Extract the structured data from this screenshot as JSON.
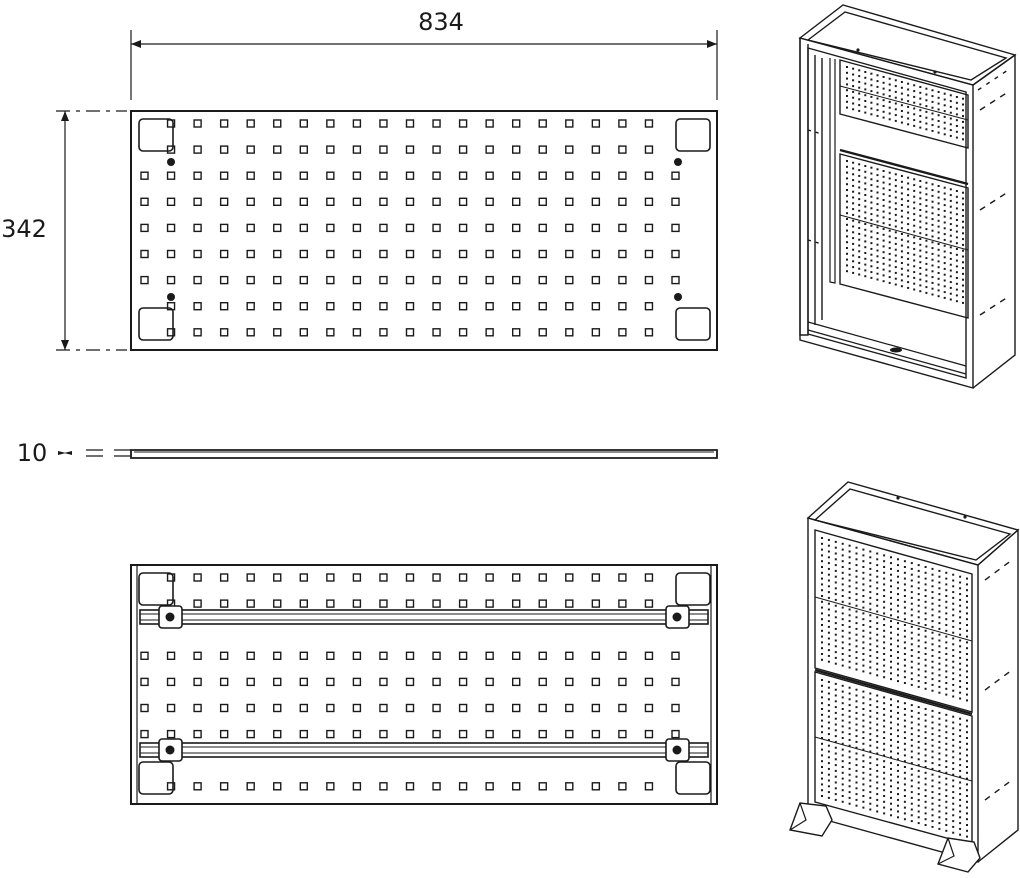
{
  "dimensions": {
    "width": "834",
    "height": "342",
    "thickness": "10"
  },
  "colors": {
    "line": "#1a1a1a",
    "background": "#ffffff"
  },
  "panel": {
    "hole_columns": 21,
    "hole_rows": 9
  }
}
